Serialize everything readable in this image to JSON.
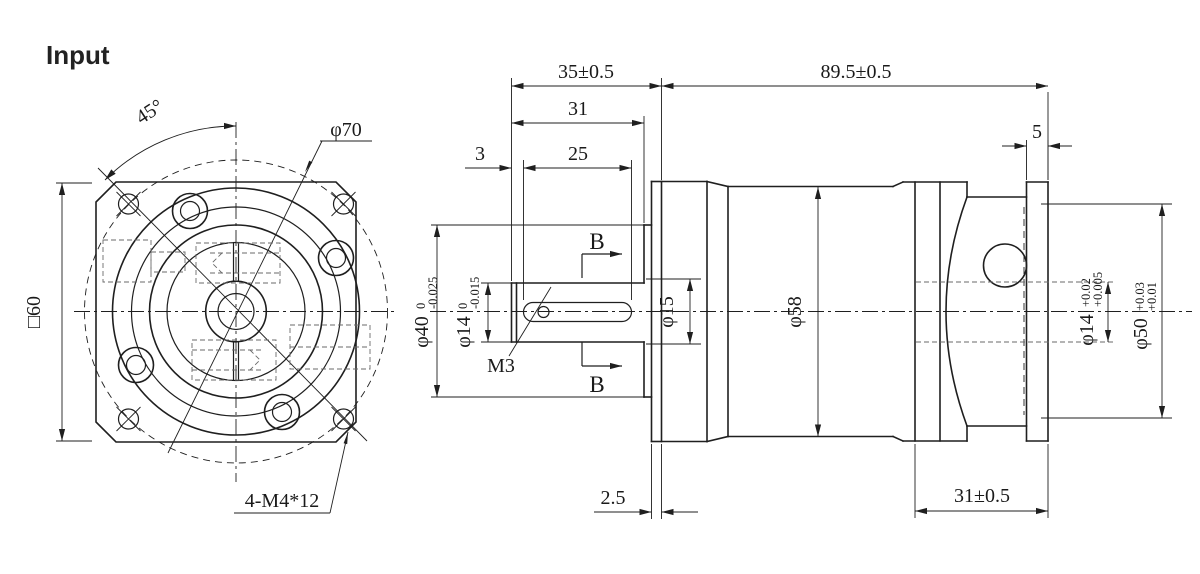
{
  "title_label": "Input",
  "colors": {
    "line": "#1f1f1f",
    "background": "#ffffff"
  },
  "front_view": {
    "angle": "45°",
    "pilot_circle": "φ70",
    "square_size": "□60",
    "mount_holes": "4-M4*12"
  },
  "side_view": {
    "len_shaft_total": "35±0.5",
    "len_shaft": "31",
    "key_setback": "3",
    "key_length": "25",
    "len_body": "89.5±0.5",
    "rear_boss_len": "5",
    "front_plate_thk": "2.5",
    "rear_section_len": "31±0.5",
    "section_mark": "B",
    "setscrew": "M3",
    "dia_pilot": {
      "v": "φ40",
      "up": "0",
      "dn": "-0.025"
    },
    "dia_shaft": {
      "v": "φ14",
      "up": "0",
      "dn": "-0.015"
    },
    "dia_stub": "φ15",
    "dia_body": "φ58",
    "dia_rear_bore": {
      "v": "φ14",
      "up": "+0.02",
      "dn": "+0.005"
    },
    "dia_rear_pilot": {
      "v": "φ50",
      "up": "+0.03",
      "dn": "+0.01"
    }
  }
}
